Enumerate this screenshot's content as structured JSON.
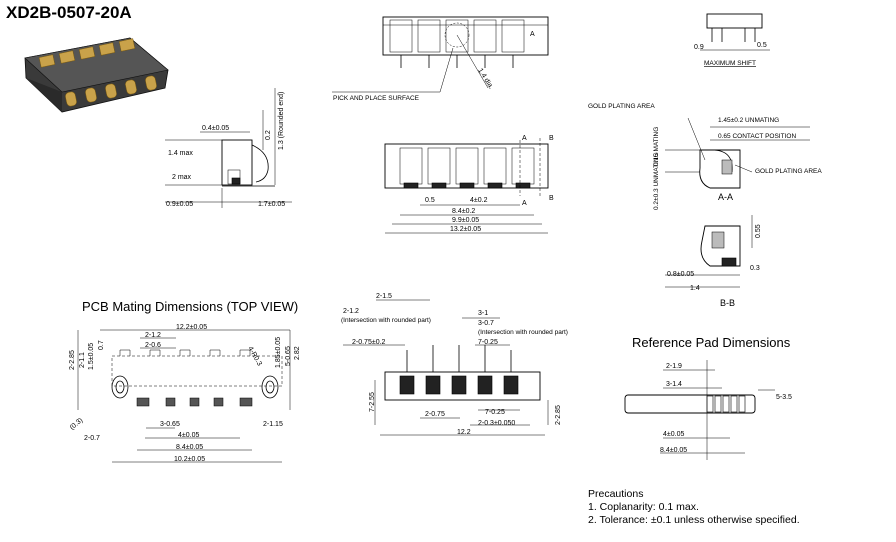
{
  "title": "XD2B-0507-20A",
  "sections": {
    "pcb_title": "PCB Mating Dimensions (TOP VIEW)",
    "pad_title": "Reference Pad Dimensions"
  },
  "precautions": {
    "heading": "Precautions",
    "item1": "1. Coplanarity: 0.1 max.",
    "item2": "2. Tolerance: ±0.1 unless otherwise specified."
  },
  "side_view": {
    "d_top": "0.4±0.05",
    "d_h14": "1.4 max",
    "d_h2": "2 max",
    "d_bl": "0.9±0.05",
    "d_br": "1.7±0.05",
    "d_r13": "1.3 (Rounded end)",
    "d_r02": "0.2"
  },
  "top_view": {
    "a": "A",
    "d_14": "1.4 dia.",
    "pick": "PICK AND PLACE SURFACE"
  },
  "front_view": {
    "a": "A",
    "b": "B",
    "d_05": "0.5",
    "d_4": "4±0.2",
    "d_84": "8.4±0.2",
    "d_99": "9.9±0.05",
    "d_132": "13.2±0.05"
  },
  "shift_view": {
    "d_09": "0.9",
    "d_05": "0.5",
    "label": "MAXIMUM SHIFT"
  },
  "aa_view": {
    "gold1": "GOLD PLATING AREA",
    "unmating": "1.45±0.2 UNMATING",
    "contact": "0.65 CONTACT POSITION",
    "gold2": "GOLD PLATING AREA",
    "mating": "0.15 MATING",
    "unmating_v": "0.2±0.3 UNMATING",
    "label": "A-A"
  },
  "bb_view": {
    "d_055": "0.55",
    "d_03": "0.3",
    "d_08": "0.8±0.05",
    "d_14": "1.4",
    "label": "B-B"
  },
  "pcb_view": {
    "d_122": "12.2±0.05",
    "d_212": "2-1.2",
    "d_206": "2-0.6",
    "d_2285": "2-2.85",
    "d_211": "2-1.1",
    "d_15": "1.5±0.05",
    "d_07": "0.7",
    "d_405": "4-R0.3",
    "d_185": "1.85±0.05",
    "d_5065": "5-0.65",
    "d_282": "2.82",
    "d_03": "(0.3)",
    "d_207": "2-0.7",
    "d_3065": "3-0.65",
    "d_4": "4±0.05",
    "d_84": "8.4±0.05",
    "d_102": "10.2±0.05",
    "d_2115": "2-1.15"
  },
  "layout_view": {
    "d_215": "2-1.5",
    "d_212": "2-1.2",
    "d_212_note": "(Intersection with rounded part)",
    "d_31": "3-1",
    "d_307": "3-0.7",
    "d_307_note": "(Intersection with rounded part)",
    "d_2075": "2-0.75±0.2",
    "d_7025_top": "7-0.25",
    "d_7255": "7-2.55",
    "d_2075b": "2-0.75",
    "d_7025": "7-0.25",
    "d_203": "2-0.3±0.050",
    "d_122": "12.2",
    "d_2285": "2-2.85"
  },
  "pad_view": {
    "d_219": "2-1.9",
    "d_314": "3-1.4",
    "d_535": "5-3.5",
    "d_4": "4±0.05",
    "d_84": "8.4±0.05"
  }
}
